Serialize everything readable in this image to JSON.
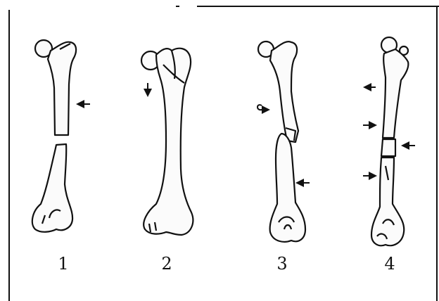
{
  "figure": {
    "panels": [
      {
        "label": "1"
      },
      {
        "label": "2"
      },
      {
        "label": "3"
      },
      {
        "label": "4"
      }
    ]
  }
}
